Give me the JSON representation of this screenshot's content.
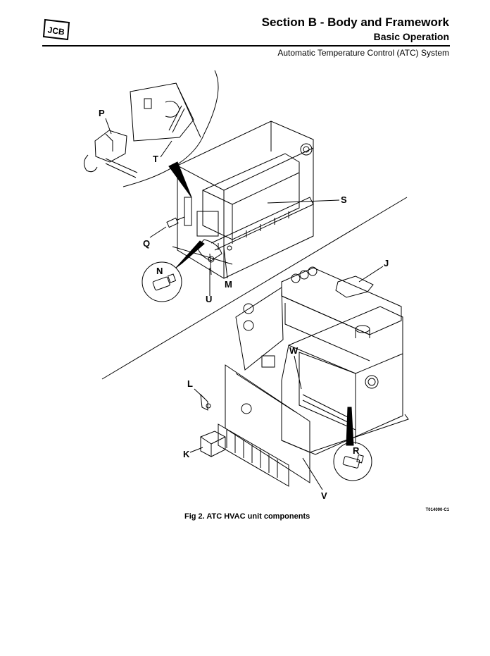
{
  "header": {
    "logo_text": "JCB",
    "section_title": "Section B - Body and Framework",
    "subsection": "Basic Operation",
    "system": "Automatic Temperature Control (ATC) System"
  },
  "figure": {
    "callouts": {
      "P": "P",
      "T": "T",
      "S": "S",
      "Q": "Q",
      "N": "N",
      "M": "M",
      "U": "U",
      "J": "J",
      "W": "W",
      "L": "L",
      "K": "K",
      "R": "R",
      "V": "V"
    },
    "drawing_code": "T014090-C1",
    "caption": "Fig 2. ATC HVAC unit components"
  }
}
